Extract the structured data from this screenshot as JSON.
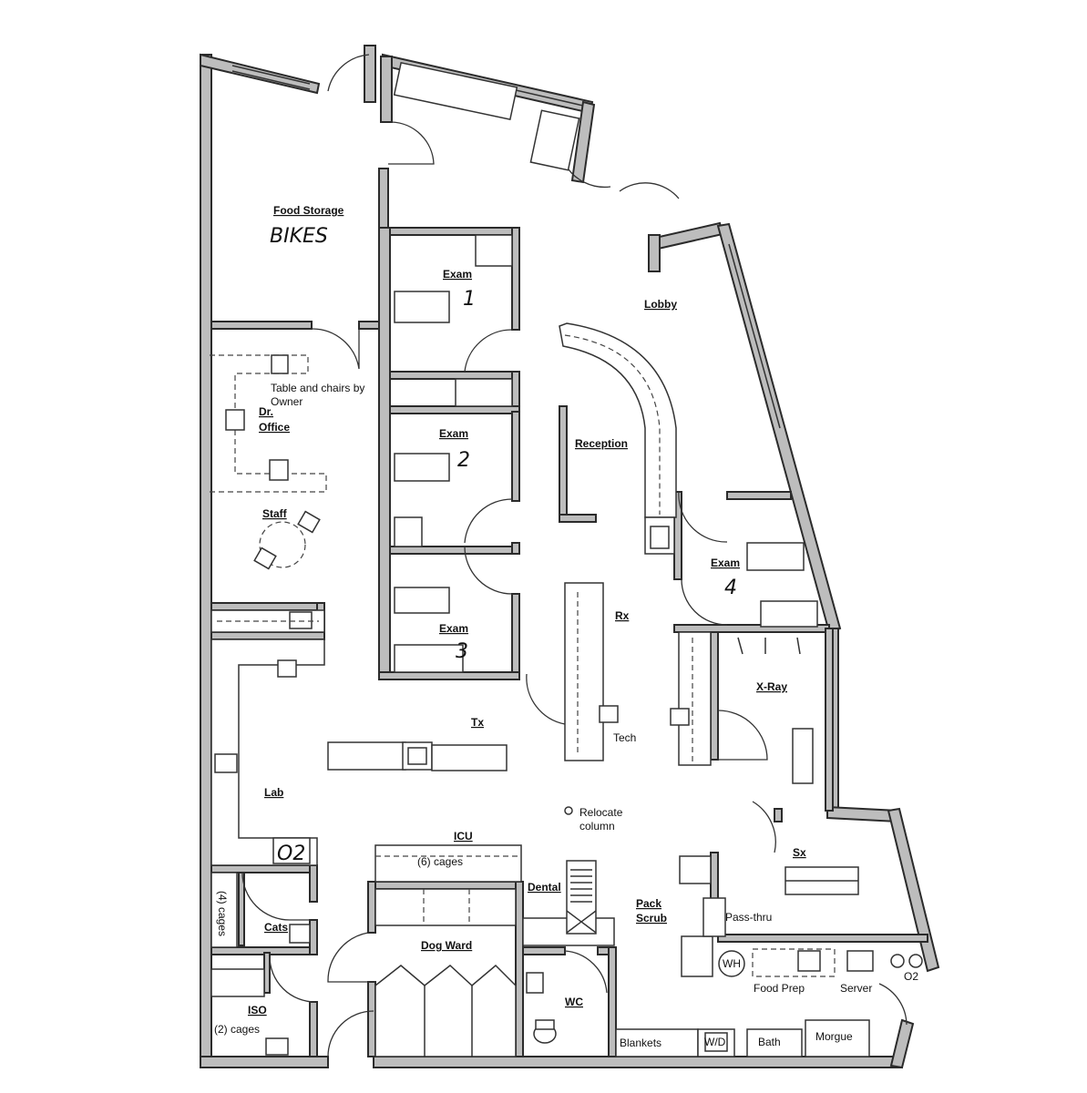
{
  "rooms": {
    "food_storage": "Food Storage",
    "lobby": "Lobby",
    "exam1": "Exam",
    "exam2": "Exam",
    "exam3": "Exam",
    "exam4": "Exam",
    "dr_office_line1": "Dr.",
    "dr_office_line2": "Office",
    "reception": "Reception",
    "staff": "Staff",
    "rx": "Rx",
    "xray": "X-Ray",
    "tx": "Tx",
    "lab": "Lab",
    "icu": "ICU",
    "dental": "Dental",
    "pack_scrub_line1": "Pack",
    "pack_scrub_line2": "Scrub",
    "sx": "Sx",
    "cats": "Cats",
    "dog_ward": "Dog Ward",
    "iso": "ISO",
    "wc": "WC"
  },
  "notes": {
    "table_chairs_line1": "Table and chairs by",
    "table_chairs_line2": "Owner",
    "tech": "Tech",
    "relocate_line1": "Relocate",
    "relocate_line2": "column",
    "icu_cages": "(6) cages",
    "cats_cages": "(4) cages",
    "iso_cages": "(2) cages",
    "pass_thru": "Pass-thru",
    "wh": "WH",
    "food_prep": "Food Prep",
    "server": "Server",
    "o2": "O2",
    "blankets": "Blankets",
    "wd": "W/D",
    "bath": "Bath",
    "morgue": "Morgue"
  },
  "handwritten": {
    "bikes": "BIKES",
    "exam1_num": "1",
    "exam2_num": "2",
    "exam3_num": "3",
    "exam4_num": "4",
    "lab_o2": "O2"
  }
}
